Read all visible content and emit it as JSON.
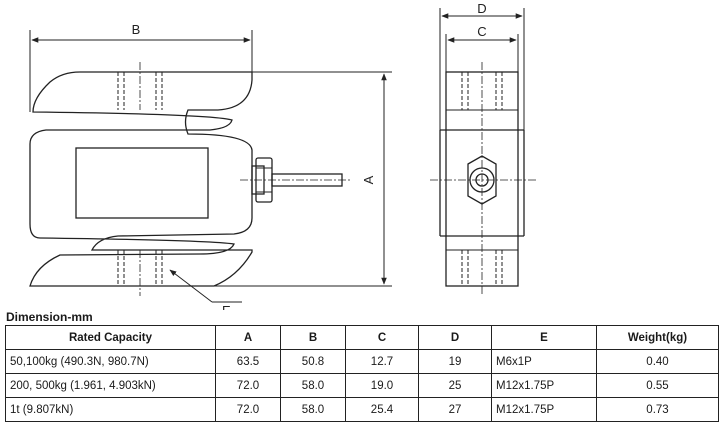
{
  "drawing": {
    "dim_labels": {
      "B": "B",
      "A": "A",
      "D": "D",
      "C": "C",
      "E": "E"
    }
  },
  "table": {
    "caption": "Dimension-mm",
    "headers": [
      "Rated Capacity",
      "A",
      "B",
      "C",
      "D",
      "E",
      "Weight(kg)"
    ],
    "rows": [
      [
        "50,100kg (490.3N, 980.7N)",
        "63.5",
        "50.8",
        "12.7",
        "19",
        "M6x1P",
        "0.40"
      ],
      [
        "200, 500kg (1.961, 4.903kN)",
        "72.0",
        "58.0",
        "19.0",
        "25",
        "M12x1.75P",
        "0.55"
      ],
      [
        "1t (9.807kN)",
        "72.0",
        "58.0",
        "25.4",
        "27",
        "M12x1.75P",
        "0.73"
      ]
    ]
  }
}
